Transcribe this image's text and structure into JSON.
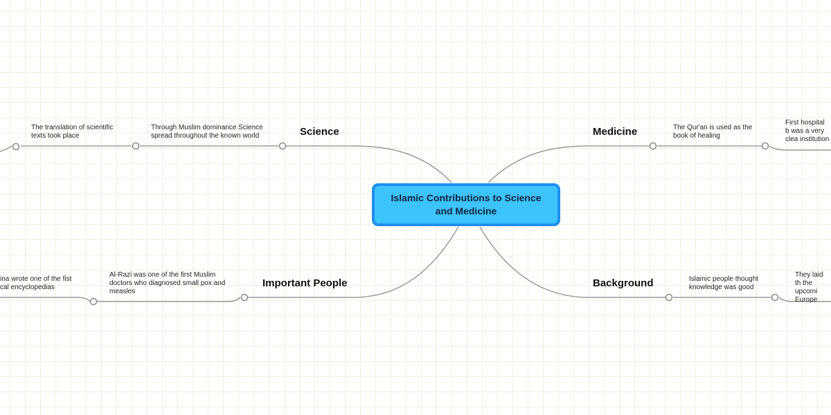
{
  "central_topic": "Islamic Contributions to Science and Medicine",
  "branches": {
    "science": {
      "label": "Science",
      "items": [
        "Through Muslim dominance Science spread throughout the known world",
        "The translation of scientific texts took place"
      ]
    },
    "medicine": {
      "label": "Medicine",
      "items": [
        "The Qur'an is used as the book of healing",
        "First hospital b was a very clea institution"
      ]
    },
    "important_people": {
      "label": "Important People",
      "items": [
        "Al-Razi was one of the first Muslim doctors who diagnosed small pox and measles",
        "ina wrote one of the fist cal encyclopedias"
      ]
    },
    "background": {
      "label": "Background",
      "items": [
        "Islamic people thought knowledge was good",
        "They laid th the upcomi Europe"
      ]
    }
  },
  "colors": {
    "root_fill": "#3dc4ff",
    "root_border": "#1f8ff0",
    "connector": "#9a9a9a",
    "grid": "#eef1e4"
  }
}
